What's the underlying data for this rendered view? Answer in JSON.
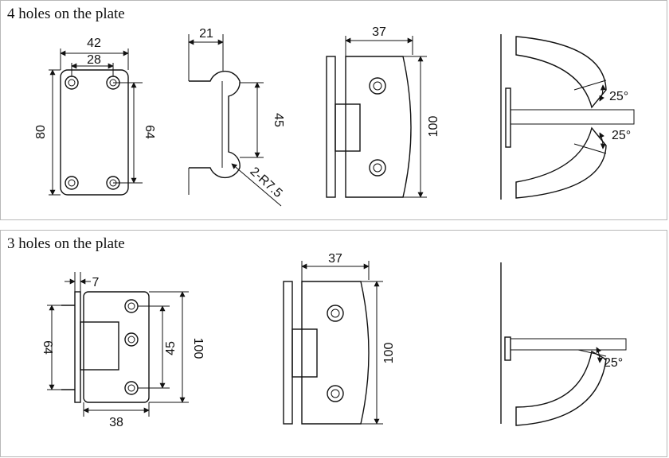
{
  "panels": {
    "top": {
      "title": "4 holes on the plate",
      "plate_front": {
        "width_outer": "42",
        "width_inner": "28",
        "height_outer": "80",
        "height_inner": "64"
      },
      "plate_side": {
        "thickness": "21",
        "gap": "45",
        "radius": "2-R7.5"
      },
      "hinge_front": {
        "width": "37",
        "height": "100"
      },
      "angles": {
        "upper": "25°",
        "lower": "25°"
      }
    },
    "bottom": {
      "title": "3 holes on the plate",
      "plate_front": {
        "offset": "7",
        "height_left": "64",
        "height_inner": "45",
        "height_outer": "100",
        "width": "38"
      },
      "hinge_front": {
        "width": "37",
        "height": "100"
      },
      "angles": {
        "lower": "25°"
      }
    }
  }
}
